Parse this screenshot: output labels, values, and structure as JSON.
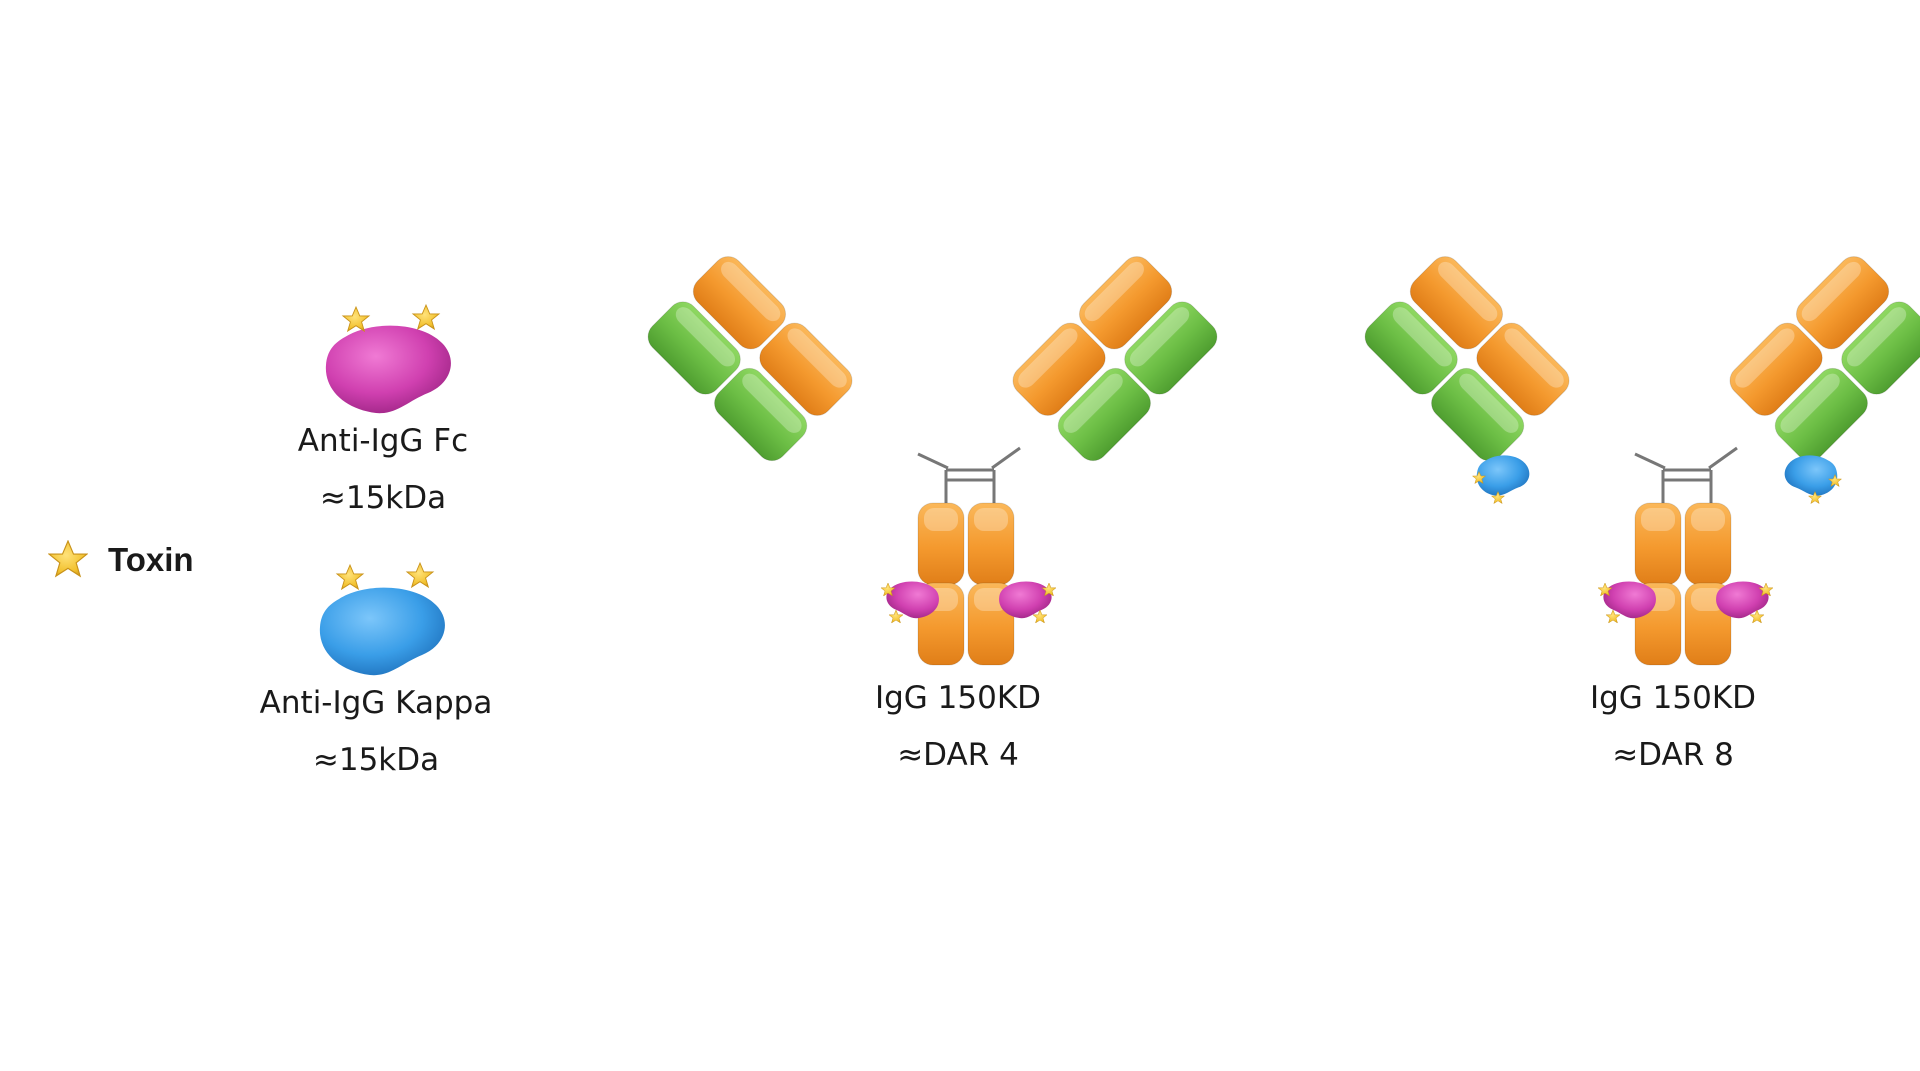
{
  "legend": {
    "toxin_label": "Toxin",
    "icon": "star-icon"
  },
  "reagents": [
    {
      "name": "Anti-IgG Fc",
      "mass": "≈15kDa",
      "color": "#d040b0"
    },
    {
      "name": "Anti-IgG Kappa",
      "mass": "≈15kDa",
      "color": "#3a9ee8"
    }
  ],
  "antibodies": [
    {
      "name": "IgG 150KD",
      "dar": "≈DAR 4"
    },
    {
      "name": "IgG 150KD",
      "dar": "≈DAR 8"
    }
  ],
  "colors": {
    "heavy_chain": "#f4992e",
    "light_chain": "#6cbe45",
    "toxin": "#f2c12e",
    "fc_binder": "#d040b0",
    "kappa_binder": "#3a9ee8",
    "hinge": "#777777"
  }
}
